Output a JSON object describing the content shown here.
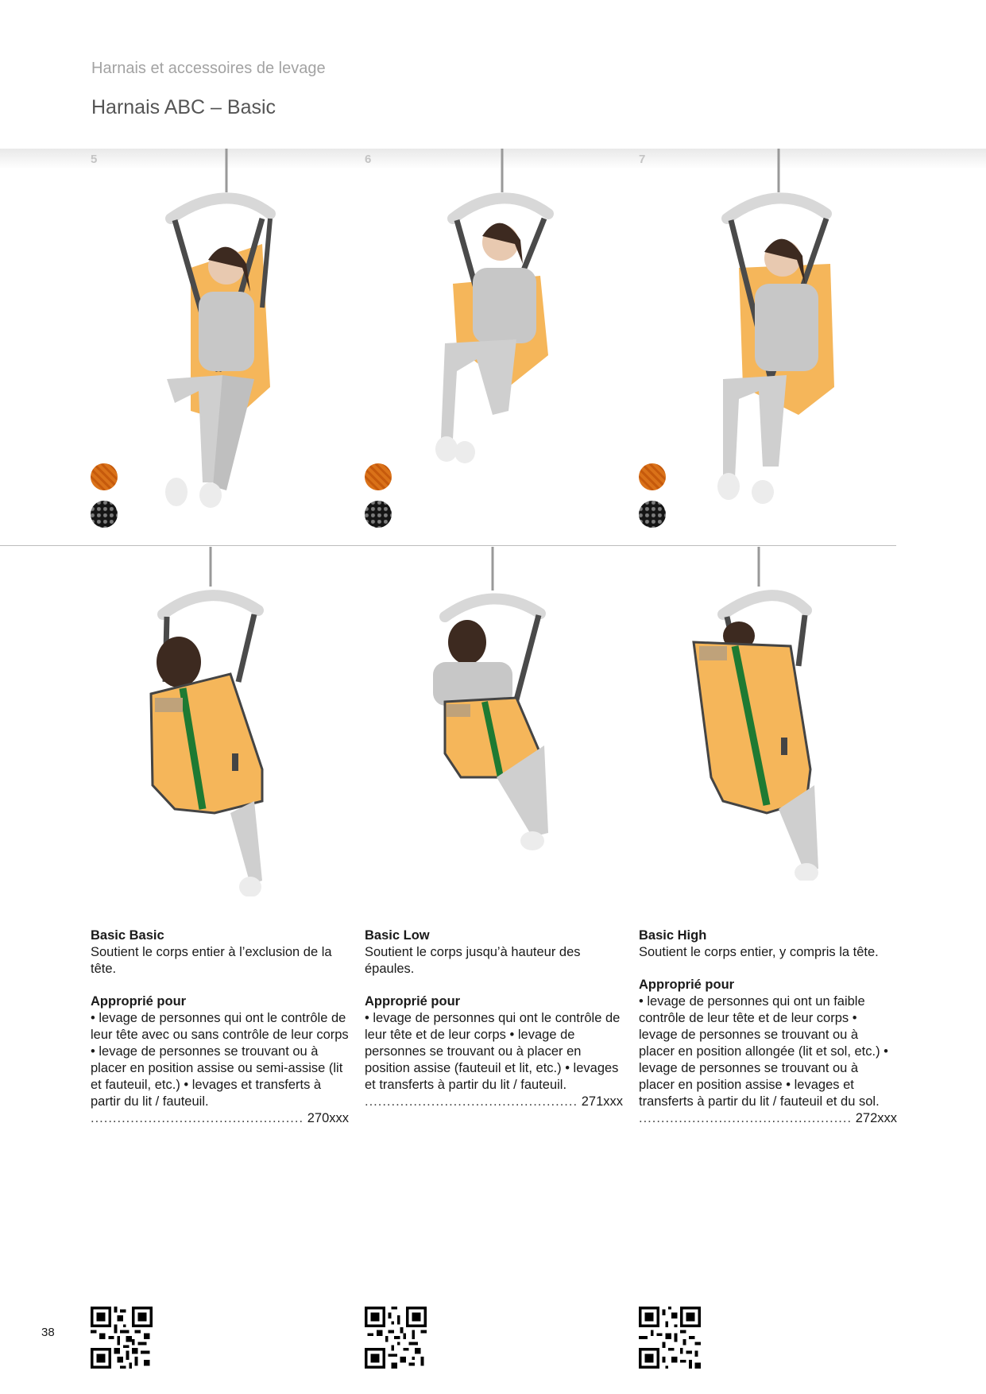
{
  "header": {
    "breadcrumb": "Harnais et accessoires de levage",
    "title": "Harnais ABC – Basic"
  },
  "products": [
    {
      "number": "5",
      "name": "Basic Basic",
      "description": "Soutient le corps entier à l’exclusion de la tête.",
      "suited_label": "Approprié pour",
      "suited_text": "• levage de personnes qui ont le contrôle de leur tête avec ou sans contrôle de leur corps • levage de personnes se trouvant ou à placer en position assise ou semi-assise (lit et fauteuil, etc.) • levages et transferts à partir du lit / fauteuil.",
      "dots": "................................................",
      "reference": "270xxx"
    },
    {
      "number": "6",
      "name": "Basic Low",
      "description": "Soutient le corps jusqu’à hauteur des épaules.",
      "suited_label": "Approprié pour",
      "suited_text": "• levage de personnes qui ont le contrôle de leur tête et de leur corps • levage de personnes se trouvant ou à placer en position assise (fauteuil et lit, etc.) • levages et transferts à partir du lit / fauteuil.",
      "dots": "................................................",
      "reference": "271xxx"
    },
    {
      "number": "7",
      "name": "Basic High",
      "description": "Soutient le corps entier, y compris la tête.",
      "suited_label": "Approprié pour",
      "suited_text": "• levage de personnes qui ont un faible contrôle de leur tête et de leur corps • levage de personnes se trouvant ou à placer en position allongée (lit et sol, etc.) • levage de personnes se trouvant ou à placer en position assise • levages et transferts à partir du lit / fauteuil et du sol.",
      "dots": "................................................",
      "reference": "272xxx"
    }
  ],
  "colors": {
    "sling": "#f5b65a",
    "strap": "#4a4a4a",
    "green_stripe": "#1e7a32",
    "bar": "#d8d8d8"
  },
  "page_number": "38"
}
